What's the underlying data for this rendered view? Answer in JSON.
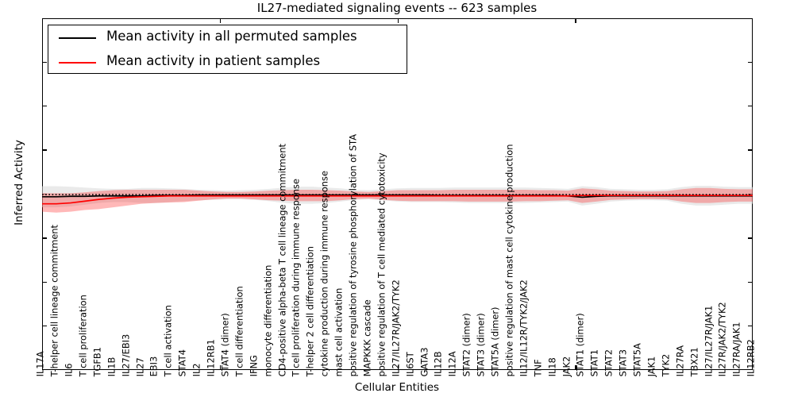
{
  "chart_data": {
    "type": "line",
    "title": "IL27-mediated signaling events -- 623 samples",
    "xlabel": "Cellular Entities",
    "ylabel": "Inferred Activity",
    "ylim": [
      -4,
      4
    ],
    "yticks": [
      4,
      3,
      2,
      1,
      0,
      -1,
      -2,
      -3,
      -4
    ],
    "grid": false,
    "legend_position": "upper left",
    "n_samples": 623,
    "legend": [
      {
        "label": "Mean activity in all permuted samples",
        "color": "#000000"
      },
      {
        "label": "Mean activity in patient samples",
        "color": "#ff0000"
      }
    ],
    "categories": [
      "IL17A",
      "T-helper cell lineage commitment",
      "IL6",
      "T cell proliferation",
      "TGFB1",
      "IL1B",
      "IL27/EBI3",
      "IL27",
      "EBI3",
      "T cell activation",
      "STAT4",
      "IL2",
      "IL12RB1",
      "STAT4 (dimer)",
      "T cell differentiation",
      "IFNG",
      "monocyte differentiation",
      "CD4-positive alpha-beta T cell lineage commitment",
      "T cell proliferation during immune response",
      "T-helper 2 cell differentiation",
      "cytokine production during immune response",
      "mast cell activation",
      "positive regulation of tyrosine phosphorylation of STA",
      "MAPKKK cascade",
      "positive regulation of T cell mediated cytotoxicity",
      "IL27/IL27R/JAK2/TYK2",
      "IL6ST",
      "GATA3",
      "IL12B",
      "IL12A",
      "STAT2 (dimer)",
      "STAT3 (dimer)",
      "STAT5A (dimer)",
      "positive regulation of mast cell cytokine production",
      "IL12/IL12R/TYK2/JAK2",
      "TNF",
      "IL18",
      "JAK2",
      "STAT1 (dimer)",
      "STAT1",
      "STAT2",
      "STAT3",
      "STAT5A",
      "JAK1",
      "TYK2",
      "IL27RA",
      "TBX21",
      "IL27/IL27R/JAK1",
      "IL27R/JAK2/TYK2",
      "IL27RA/JAK1",
      "IL12RB2"
    ],
    "series": [
      {
        "name": "Mean activity in all permuted samples",
        "color": "#000000",
        "style": "solid",
        "values": [
          -0.06,
          -0.06,
          -0.05,
          -0.05,
          -0.04,
          -0.04,
          -0.04,
          -0.04,
          -0.03,
          -0.03,
          -0.03,
          -0.02,
          -0.02,
          -0.02,
          -0.02,
          -0.02,
          -0.02,
          -0.02,
          -0.02,
          -0.02,
          -0.02,
          -0.02,
          -0.02,
          -0.02,
          -0.02,
          -0.02,
          -0.02,
          -0.02,
          -0.03,
          -0.03,
          -0.03,
          -0.03,
          -0.03,
          -0.03,
          -0.03,
          -0.03,
          -0.03,
          -0.04,
          -0.07,
          -0.05,
          -0.04,
          -0.04,
          -0.04,
          -0.04,
          -0.04,
          -0.04,
          -0.04,
          -0.04,
          -0.04,
          -0.04,
          -0.04
        ],
        "band": {
          "fill": "#d9d9d9",
          "opacity": 0.55,
          "lower": [
            -0.3,
            -0.3,
            -0.28,
            -0.24,
            -0.2,
            -0.18,
            -0.18,
            -0.2,
            -0.2,
            -0.18,
            -0.16,
            -0.14,
            -0.13,
            -0.12,
            -0.12,
            -0.13,
            -0.16,
            -0.2,
            -0.22,
            -0.22,
            -0.2,
            -0.17,
            -0.13,
            -0.12,
            -0.14,
            -0.17,
            -0.18,
            -0.18,
            -0.18,
            -0.19,
            -0.2,
            -0.2,
            -0.2,
            -0.2,
            -0.2,
            -0.19,
            -0.18,
            -0.17,
            -0.26,
            -0.22,
            -0.17,
            -0.15,
            -0.14,
            -0.14,
            -0.15,
            -0.22,
            -0.26,
            -0.26,
            -0.24,
            -0.22,
            -0.22
          ],
          "upper": [
            0.18,
            0.18,
            0.17,
            0.15,
            0.13,
            0.12,
            0.12,
            0.14,
            0.14,
            0.13,
            0.12,
            0.1,
            0.09,
            0.08,
            0.09,
            0.1,
            0.12,
            0.15,
            0.17,
            0.17,
            0.15,
            0.13,
            0.1,
            0.09,
            0.11,
            0.13,
            0.14,
            0.14,
            0.14,
            0.15,
            0.15,
            0.15,
            0.15,
            0.15,
            0.15,
            0.14,
            0.13,
            0.12,
            0.18,
            0.16,
            0.12,
            0.11,
            0.1,
            0.1,
            0.11,
            0.16,
            0.19,
            0.19,
            0.17,
            0.16,
            0.16
          ]
        }
      },
      {
        "name": "Mean activity in patient samples",
        "color": "#ff0000",
        "style": "solid",
        "values": [
          -0.22,
          -0.22,
          -0.2,
          -0.16,
          -0.12,
          -0.09,
          -0.07,
          -0.06,
          -0.05,
          -0.04,
          -0.04,
          -0.04,
          -0.04,
          -0.04,
          -0.04,
          -0.04,
          -0.04,
          -0.04,
          -0.04,
          -0.04,
          -0.04,
          -0.04,
          -0.04,
          -0.04,
          -0.04,
          -0.04,
          -0.04,
          -0.04,
          -0.04,
          -0.04,
          -0.04,
          -0.04,
          -0.04,
          -0.04,
          -0.04,
          -0.04,
          -0.04,
          -0.04,
          -0.03,
          -0.03,
          -0.03,
          -0.03,
          -0.03,
          -0.03,
          -0.03,
          -0.03,
          -0.03,
          -0.03,
          -0.03,
          -0.03,
          -0.03
        ],
        "band": {
          "fill": "#ff0000",
          "opacity": 0.28,
          "lower": [
            -0.4,
            -0.42,
            -0.4,
            -0.36,
            -0.34,
            -0.3,
            -0.26,
            -0.22,
            -0.2,
            -0.19,
            -0.18,
            -0.15,
            -0.12,
            -0.1,
            -0.1,
            -0.12,
            -0.14,
            -0.15,
            -0.16,
            -0.16,
            -0.16,
            -0.14,
            -0.11,
            -0.1,
            -0.13,
            -0.15,
            -0.16,
            -0.16,
            -0.16,
            -0.16,
            -0.17,
            -0.17,
            -0.17,
            -0.17,
            -0.16,
            -0.16,
            -0.15,
            -0.14,
            -0.2,
            -0.17,
            -0.13,
            -0.12,
            -0.11,
            -0.11,
            -0.12,
            -0.17,
            -0.2,
            -0.2,
            -0.18,
            -0.17,
            -0.17
          ],
          "upper": [
            0.02,
            0.02,
            0.02,
            0.04,
            0.07,
            0.09,
            0.1,
            0.1,
            0.1,
            0.1,
            0.1,
            0.08,
            0.06,
            0.05,
            0.05,
            0.06,
            0.08,
            0.09,
            0.1,
            0.1,
            0.09,
            0.08,
            0.06,
            0.05,
            0.07,
            0.09,
            0.09,
            0.09,
            0.09,
            0.1,
            0.1,
            0.1,
            0.1,
            0.1,
            0.1,
            0.09,
            0.09,
            0.08,
            0.13,
            0.11,
            0.08,
            0.07,
            0.06,
            0.06,
            0.07,
            0.11,
            0.14,
            0.14,
            0.12,
            0.11,
            0.11
          ]
        }
      },
      {
        "name": "permuted-median-dotted",
        "color": "#000000",
        "style": "dotted",
        "values": [
          -0.01,
          -0.01,
          -0.01,
          -0.01,
          -0.01,
          -0.01,
          -0.01,
          -0.01,
          -0.01,
          -0.01,
          -0.01,
          -0.01,
          -0.01,
          -0.01,
          -0.01,
          -0.01,
          -0.01,
          -0.01,
          -0.01,
          -0.01,
          -0.01,
          -0.01,
          -0.01,
          -0.01,
          -0.01,
          -0.01,
          -0.01,
          -0.01,
          -0.01,
          -0.01,
          -0.01,
          -0.01,
          -0.01,
          -0.01,
          -0.01,
          -0.01,
          -0.01,
          -0.01,
          -0.01,
          -0.01,
          -0.01,
          -0.01,
          -0.01,
          -0.01,
          -0.01,
          -0.01,
          -0.01,
          -0.01,
          -0.01,
          -0.01,
          -0.01
        ]
      }
    ]
  }
}
